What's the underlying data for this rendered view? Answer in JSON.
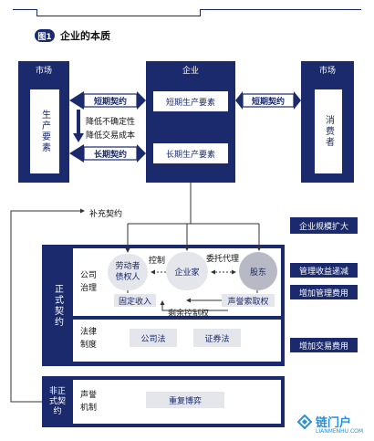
{
  "header": {
    "fig_label": "图1",
    "title": "企业的本质"
  },
  "top": {
    "market_left": "市场",
    "enterprise": "企业",
    "market_right": "市场",
    "production_factors": "生产要素",
    "consumers": "消费者",
    "short_contract_left": "短期契约",
    "short_contract_right": "短期契约",
    "long_contract": "长期契约",
    "short_factor": "短期生产要素",
    "long_factor": "长期生产要素",
    "reduce_uncertainty": "降低不确定性",
    "reduce_cost": "降低交易成本"
  },
  "middle": {
    "supplement_contract": "补充契约",
    "scale_expand": "企业规模扩大",
    "formal_contract": "正式契约",
    "governance": "公司治理",
    "worker": "劳动者债权人",
    "entrepreneur": "企业家",
    "shareholder": "股东",
    "control": "控制",
    "agency": "委托代理",
    "fixed_income": "固定收入",
    "reputation_claim": "声誉索取权",
    "residual_control": "剩余控制权",
    "legal_system": "法律制度",
    "company_law": "公司法",
    "securities_law": "证券法",
    "mgmt_income_decrease": "管理收益递减",
    "increase_mgmt_cost": "增加管理费用",
    "increase_trade_cost": "增加交易费用"
  },
  "bottom": {
    "informal_contract": "非正式契约",
    "reputation_mech": "声誉机制",
    "repeated_game": "重复博弈"
  },
  "watermark": {
    "text": "链门户",
    "sub": "LIANMENHU.COM"
  }
}
